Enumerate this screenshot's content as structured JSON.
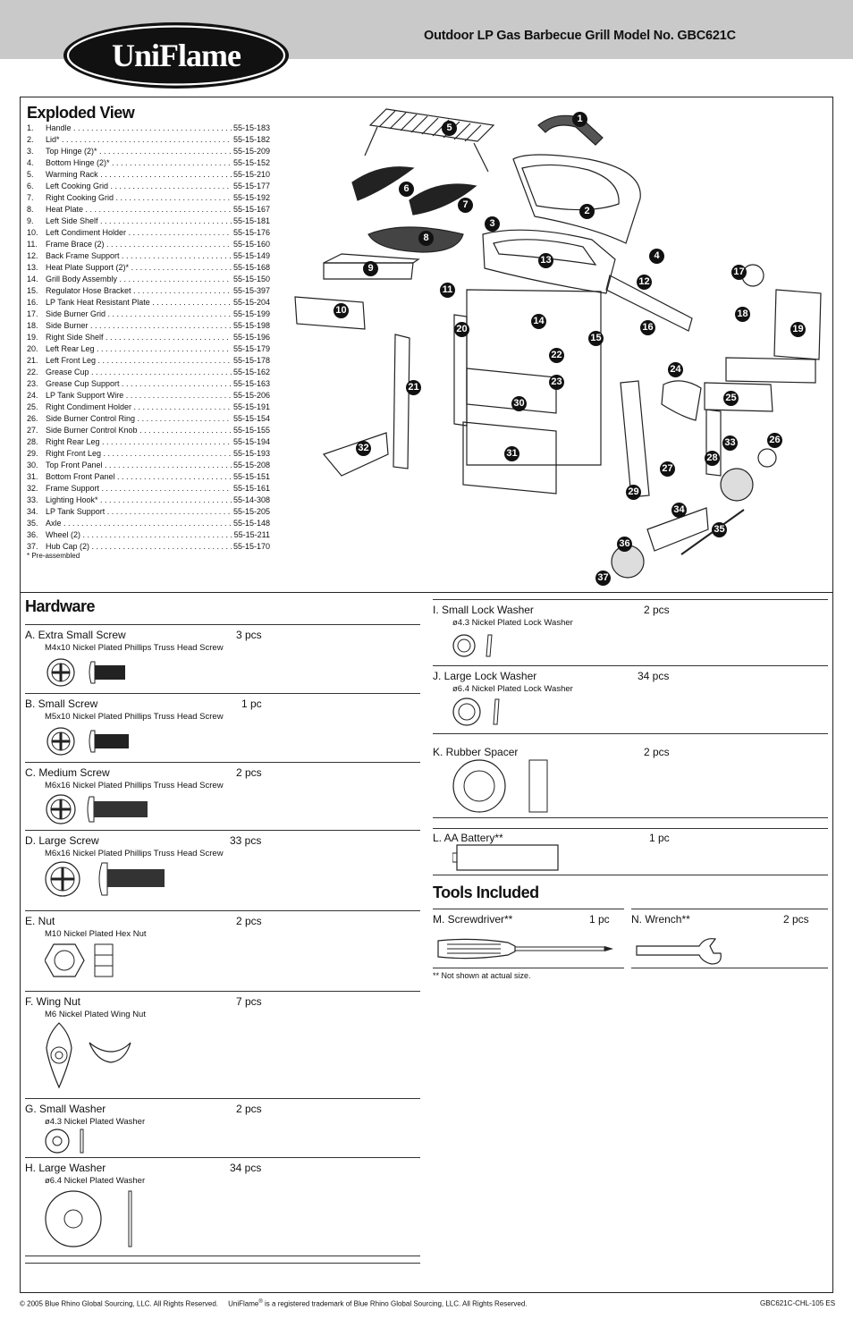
{
  "brand": {
    "logo_text": "UniFlame"
  },
  "header": {
    "model_title": "Outdoor LP Gas Barbecue Grill Model No. GBC621C"
  },
  "exploded_view": {
    "title": "Exploded View",
    "parts": [
      {
        "num": "1.",
        "name": "Handle",
        "part": "55-15-183"
      },
      {
        "num": "2.",
        "name": "Lid*",
        "part": "55-15-182"
      },
      {
        "num": "3.",
        "name": "Top Hinge (2)*",
        "part": "55-15-209"
      },
      {
        "num": "4.",
        "name": "Bottom Hinge (2)*",
        "part": "55-15-152"
      },
      {
        "num": "5.",
        "name": "Warming Rack",
        "part": "55-15-210"
      },
      {
        "num": "6.",
        "name": "Left Cooking Grid",
        "part": "55-15-177"
      },
      {
        "num": "7.",
        "name": "Right Cooking Grid",
        "part": "55-15-192"
      },
      {
        "num": "8.",
        "name": "Heat Plate",
        "part": "55-15-167"
      },
      {
        "num": "9.",
        "name": "Left Side Shelf",
        "part": "55-15-181"
      },
      {
        "num": "10.",
        "name": "Left Condiment Holder",
        "part": "55-15-176"
      },
      {
        "num": "11.",
        "name": "Frame Brace (2)",
        "part": "55-15-160"
      },
      {
        "num": "12.",
        "name": "Back Frame Support",
        "part": "55-15-149"
      },
      {
        "num": "13.",
        "name": "Heat Plate Support (2)*",
        "part": "55-15-168"
      },
      {
        "num": "14.",
        "name": "Grill Body Assembly",
        "part": "55-15-150"
      },
      {
        "num": "15.",
        "name": "Regulator Hose Bracket",
        "part": "55-15-397"
      },
      {
        "num": "16.",
        "name": "LP Tank Heat Resistant Plate",
        "part": "55-15-204"
      },
      {
        "num": "17.",
        "name": "Side Burner Grid",
        "part": "55-15-199"
      },
      {
        "num": "18.",
        "name": "Side Burner",
        "part": "55-15-198"
      },
      {
        "num": "19.",
        "name": "Right Side Shelf",
        "part": "55-15-196"
      },
      {
        "num": "20.",
        "name": "Left Rear Leg",
        "part": "55-15-179"
      },
      {
        "num": "21.",
        "name": "Left Front Leg",
        "part": "55-15-178"
      },
      {
        "num": "22.",
        "name": "Grease Cup",
        "part": "55-15-162"
      },
      {
        "num": "23.",
        "name": "Grease Cup Support",
        "part": "55-15-163"
      },
      {
        "num": "24.",
        "name": "LP Tank Support Wire",
        "part": "55-15-206"
      },
      {
        "num": "25.",
        "name": "Right Condiment Holder",
        "part": "55-15-191"
      },
      {
        "num": "26.",
        "name": "Side Burner Control Ring",
        "part": "55-15-154"
      },
      {
        "num": "27.",
        "name": "Side Burner Control Knob",
        "part": "55-15-155"
      },
      {
        "num": "28.",
        "name": "Right Rear Leg",
        "part": "55-15-194"
      },
      {
        "num": "29.",
        "name": "Right Front Leg",
        "part": "55-15-193"
      },
      {
        "num": "30.",
        "name": "Top Front Panel",
        "part": "55-15-208"
      },
      {
        "num": "31.",
        "name": "Bottom Front Panel",
        "part": "55-15-151"
      },
      {
        "num": "32.",
        "name": "Frame Support",
        "part": "55-15-161"
      },
      {
        "num": "33.",
        "name": "Lighting Hook*",
        "part": "55-14-308"
      },
      {
        "num": "34.",
        "name": "LP Tank Support",
        "part": "55-15-205"
      },
      {
        "num": "35.",
        "name": "Axle",
        "part": "55-15-148"
      },
      {
        "num": "36.",
        "name": "Wheel (2)",
        "part": "55-15-211"
      },
      {
        "num": "37.",
        "name": "Hub Cap (2)",
        "part": "55-15-170"
      }
    ],
    "preassembled_note": "* Pre-assembled",
    "callouts": [
      "1",
      "2",
      "3",
      "4",
      "5",
      "6",
      "7",
      "8",
      "9",
      "10",
      "11",
      "12",
      "13",
      "14",
      "15",
      "16",
      "17",
      "18",
      "19",
      "20",
      "21",
      "22",
      "23",
      "24",
      "25",
      "26",
      "27",
      "28",
      "29",
      "30",
      "31",
      "32",
      "33",
      "34",
      "35",
      "36",
      "37"
    ]
  },
  "hardware": {
    "title": "Hardware",
    "items": [
      {
        "label": "A.  Extra Small Screw",
        "qty": "3 pcs",
        "desc": "M4x10 Nickel Plated Phillips Truss Head Screw"
      },
      {
        "label": "B.  Small Screw",
        "qty": "1 pc",
        "desc": "M5x10 Nickel Plated Phillips Truss Head Screw"
      },
      {
        "label": "C.  Medium Screw",
        "qty": "2 pcs",
        "desc": "M6x16 Nickel Plated Phillips Truss Head Screw"
      },
      {
        "label": "D.  Large Screw",
        "qty": "33 pcs",
        "desc": "M6x16 Nickel Plated Phillips Truss Head Screw"
      },
      {
        "label": "E.  Nut",
        "qty": "2 pcs",
        "desc": "M10 Nickel Plated Hex Nut"
      },
      {
        "label": "F.  Wing Nut",
        "qty": "7 pcs",
        "desc": "M6 Nickel Plated Wing Nut"
      },
      {
        "label": "G.  Small Washer",
        "qty": "2 pcs",
        "desc": "ø4.3 Nickel Plated Washer"
      },
      {
        "label": "H.  Large Washer",
        "qty": "34 pcs",
        "desc": "ø6.4 Nickel Plated Washer"
      },
      {
        "label": "I.  Small Lock Washer",
        "qty": "2 pcs",
        "desc": "ø4.3 Nickel Plated Lock Washer"
      },
      {
        "label": "J.  Large Lock Washer",
        "qty": "34 pcs",
        "desc": "ø6.4 Nickel Plated Lock Washer"
      },
      {
        "label": "K.  Rubber Spacer",
        "qty": "2 pcs",
        "desc": ""
      },
      {
        "label": "L.  AA Battery**",
        "qty": "1 pc",
        "desc": ""
      }
    ]
  },
  "tools": {
    "title": "Tools Included",
    "items": [
      {
        "label": "M. Screwdriver**",
        "qty": "1 pc"
      },
      {
        "label": "N.  Wrench**",
        "qty": "2 pcs"
      }
    ],
    "note": "** Not shown at actual size."
  },
  "footer": {
    "copyright": "© 2005 Blue Rhino Global Sourcing, LLC.  All Rights Reserved.",
    "trademark_name": "UniFlame",
    "trademark_rest": " is a registered trademark of Blue Rhino Global Sourcing, LLC.  All Rights Reserved.",
    "trademark_sup": "®",
    "doc_code": "GBC621C-CHL-105 ES"
  }
}
